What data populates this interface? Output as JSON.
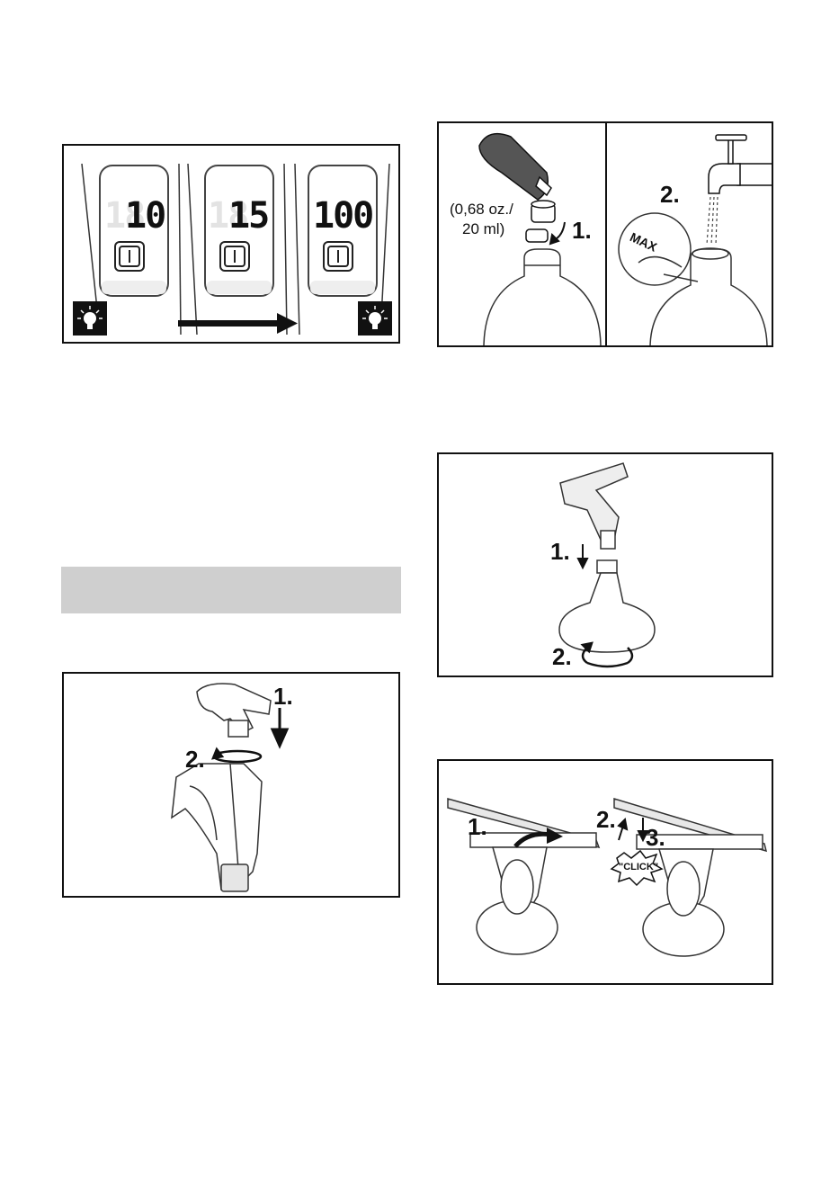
{
  "display_panel": {
    "readings": [
      "10",
      "15",
      "100"
    ],
    "ghost_digit": "18",
    "start_icon": "lightbulb-blinking-icon",
    "end_icon": "lightbulb-blinking-icon",
    "arrow_icon": "arrow-right-icon"
  },
  "fill_panel": {
    "quantity_line1": "(0,68 oz./",
    "quantity_line2": "20 ml)",
    "step1": "1.",
    "step2": "2.",
    "max_label": "MAX"
  },
  "sprayer_panel": {
    "step1": "1.",
    "step2": "2."
  },
  "spray_bottle_panel": {
    "step1": "1.",
    "step2": "2."
  },
  "nozzle_panel": {
    "step1": "1.",
    "step2": "2.",
    "step3": "3.",
    "click_label": "\"CLICK\""
  }
}
